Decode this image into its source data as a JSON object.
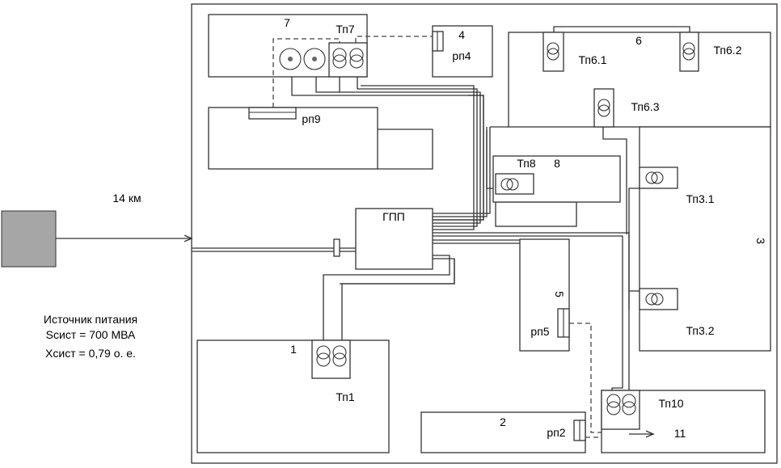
{
  "source": {
    "line1": "Источник питания",
    "line2": "Sсист = 700 МВА",
    "line3": "Xсист = 0,79 о. е.",
    "distance": "14 км",
    "fill": "#a6a6a6"
  },
  "gpp": {
    "label": "ГПП"
  },
  "blocks": {
    "b1": {
      "num": "1",
      "tp": "Тп1"
    },
    "b2": {
      "num": "2",
      "rp": "рп2"
    },
    "b3": {
      "num": "3",
      "tp1": "Тп3.1",
      "tp2": "Тп3.2"
    },
    "b4": {
      "num": "4",
      "rp": "рп4"
    },
    "b5": {
      "num": "5",
      "rp": "рп5"
    },
    "b6": {
      "num": "6",
      "tp1": "Тп6.1",
      "tp2": "Тп6.2",
      "tp3": "Тп6.3"
    },
    "b7": {
      "num": "7",
      "tp": "Тп7"
    },
    "b8": {
      "num": "8",
      "tp": "Тп8"
    },
    "b9": {
      "rp": "рп9"
    },
    "b10": {
      "tp": "Тп10",
      "num": "11"
    }
  }
}
